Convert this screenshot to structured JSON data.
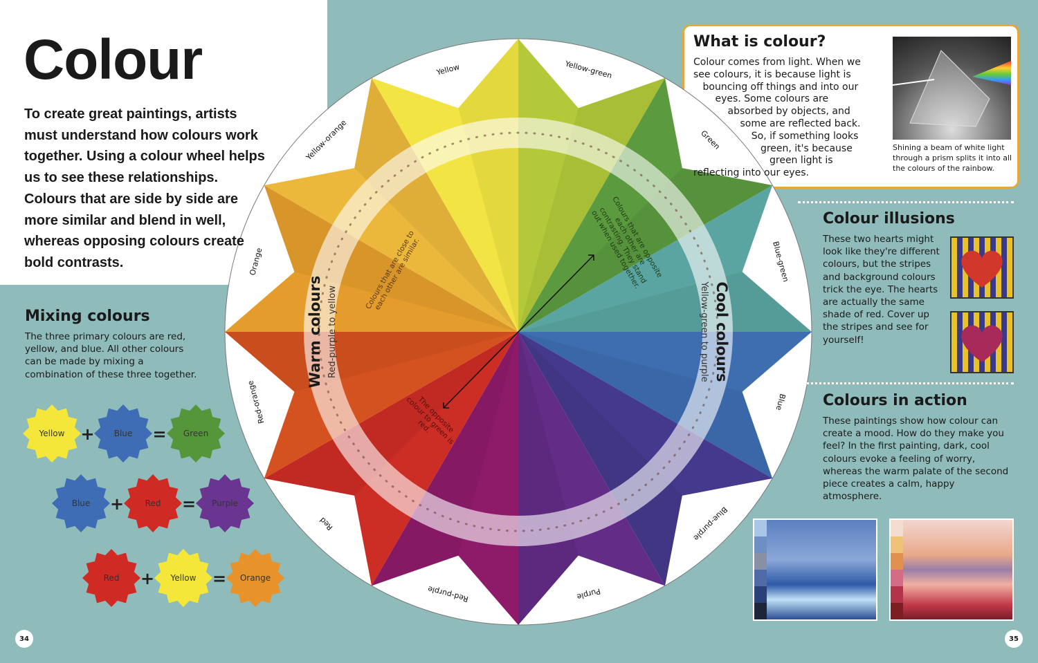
{
  "title": "Colour",
  "intro": "To create great paintings, artists must understand how colours work together. Using a colour wheel helps us to see these relationships. Colours that are side by side are more similar and blend in well, whereas opposing colours create bold contrasts.",
  "mixing": {
    "heading": "Mixing colours",
    "text": "The three primary colours are red, yellow, and blue. All other colours can be made by mixing a combination of these three together.",
    "rows": [
      [
        {
          "label": "Yellow",
          "color": "#f4e73a"
        },
        {
          "label": "Blue",
          "color": "#3e6db5"
        },
        {
          "label": "Green",
          "color": "#55963a"
        }
      ],
      [
        {
          "label": "Blue",
          "color": "#3e6db5"
        },
        {
          "label": "Red",
          "color": "#cf2a24"
        },
        {
          "label": "Purple",
          "color": "#6a3590"
        }
      ],
      [
        {
          "label": "Red",
          "color": "#cf2a24"
        },
        {
          "label": "Yellow",
          "color": "#f4e73a"
        },
        {
          "label": "Orange",
          "color": "#e8922c"
        }
      ]
    ],
    "plus": "+",
    "equals": "="
  },
  "wheel": {
    "segments": [
      {
        "label": "Yellow-green",
        "color": "#b3c93a"
      },
      {
        "label": "Green",
        "color": "#5b9a3f"
      },
      {
        "label": "Blue-green",
        "color": "#5aa4a1"
      },
      {
        "label": "Blue",
        "color": "#3e6db0"
      },
      {
        "label": "Blue-purple",
        "color": "#44398c"
      },
      {
        "label": "Purple",
        "color": "#632c86"
      },
      {
        "label": "Red-purple",
        "color": "#8d1b6a"
      },
      {
        "label": "Red",
        "color": "#cc2d25"
      },
      {
        "label": "Red-orange",
        "color": "#d4521f"
      },
      {
        "label": "Orange",
        "color": "#e49d2d"
      },
      {
        "label": "Yellow-orange",
        "color": "#ebb83b"
      },
      {
        "label": "Yellow",
        "color": "#f1e443"
      }
    ],
    "warm_title": "Warm colours",
    "warm_sub": "Red-purple to yellow",
    "cool_title": "Cool colours",
    "cool_sub": "Yellow-green to purple",
    "similar_note": "Colours that are close to each other are similar.",
    "contrast_note": "Colours that are opposite each other are contrasting. They stand out when used together.",
    "opposite_note": "The opposite colour to green is red."
  },
  "what": {
    "heading": "What is colour?",
    "text": "Colour comes from light. When we see colours, it is because light is bouncing off things and into our eyes. Some colours are absorbed by objects, and some are reflected back. So, if something looks green, it's because green light is reflecting into our eyes.",
    "caption": "Shining a beam of white light through a prism splits it into all the colours of the rainbow."
  },
  "illusions": {
    "heading": "Colour illusions",
    "text": "These two hearts might look like they're different colours, but the stripes and background colours trick the eye. The hearts are actually the same shade of red. Cover up the stripes and see for yourself!"
  },
  "action": {
    "heading": "Colours in action",
    "text": "These paintings show how colour can create a mood. How do they make you feel? In the first painting, dark, cool colours evoke a feeling of worry, whereas the warm palate of the second piece creates a calm, happy atmosphere.",
    "swatches1": [
      "#a9c6e8",
      "#6d8fc4",
      "#8a8fa4",
      "#4f6aa5",
      "#2b3f78",
      "#1e2538"
    ],
    "swatches2": [
      "#f4dcd0",
      "#efc27a",
      "#e0914f",
      "#d26c85",
      "#b2334a",
      "#7d1e22"
    ]
  },
  "pages": {
    "left": "34",
    "right": "35"
  }
}
